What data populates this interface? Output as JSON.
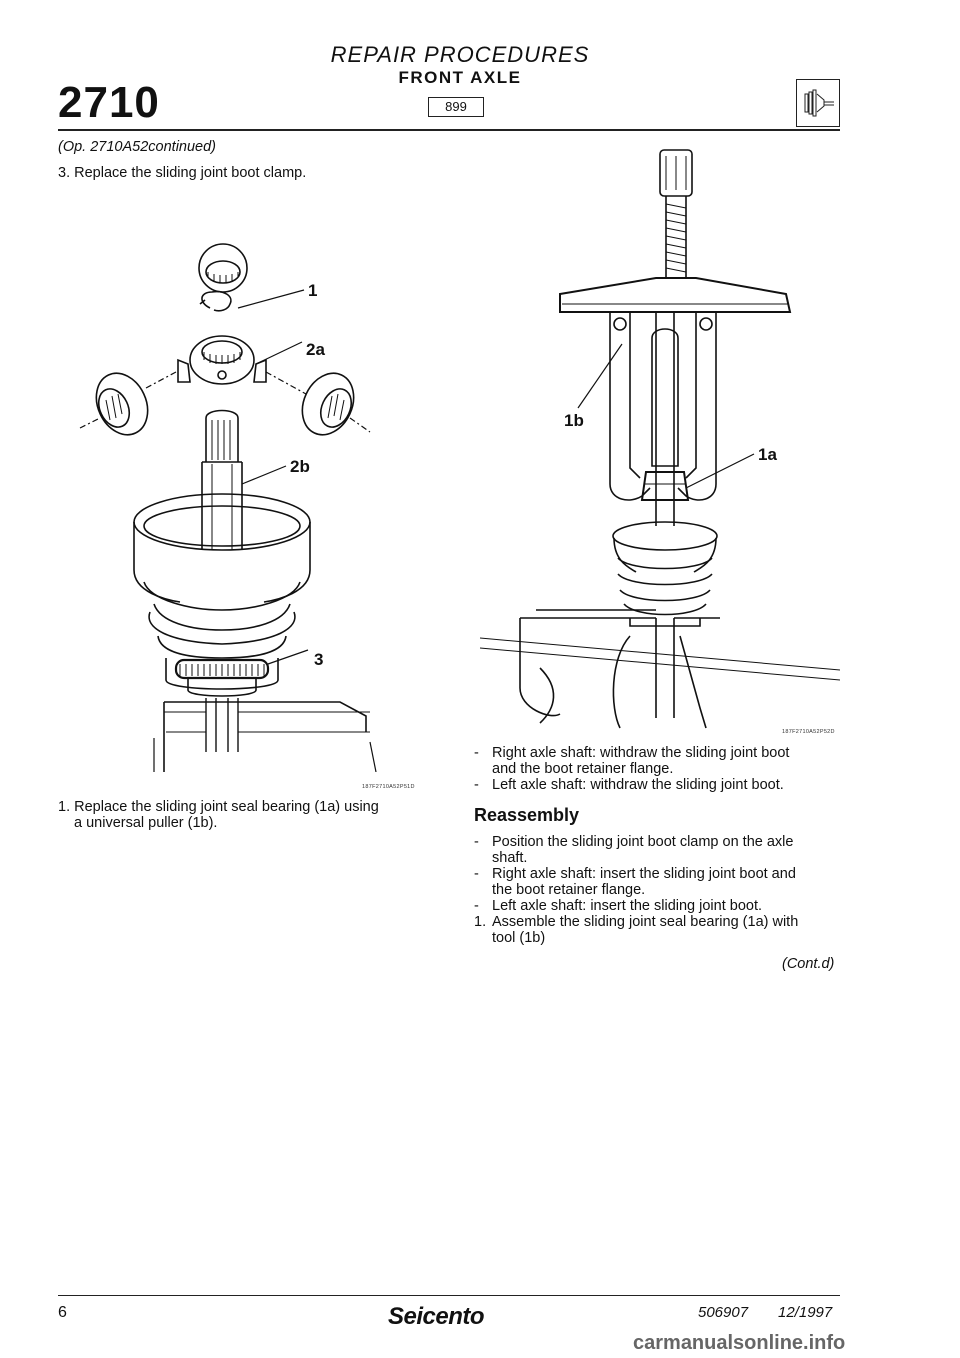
{
  "header": {
    "code": "2710",
    "section": "REPAIR PROCEDURES",
    "subsection": "FRONT AXLE",
    "badge": "899",
    "icon": "axle-shaft-icon"
  },
  "left": {
    "continued": "(Op. 2710A52continued)",
    "step3": "3. Replace the sliding joint boot clamp.",
    "figure": {
      "icon": "joint-exploded-view-diagram",
      "labels": {
        "l1": "1",
        "l2a": "2a",
        "l2b": "2b",
        "l3": "3"
      },
      "code": "187F2710A52P51D"
    },
    "step1_line1": "1. Replace the sliding joint seal bearing (1a) using",
    "step1_line2": "a universal puller (1b)."
  },
  "right": {
    "figure": {
      "icon": "universal-puller-diagram",
      "labels": {
        "l1b": "1b",
        "l1a": "1a"
      },
      "code": "187F2710A52P52D"
    },
    "bullets_a": [
      {
        "marker": "-",
        "line1": "Right axle shaft: withdraw the sliding joint boot",
        "line2": "and the boot retainer flange."
      },
      {
        "marker": "-",
        "line1": "Left axle shaft: withdraw the sliding joint boot.",
        "line2": ""
      }
    ],
    "heading": "Reassembly",
    "bullets_b": [
      {
        "marker": "-",
        "line1": "Position the sliding joint boot clamp on the axle",
        "line2": "shaft."
      },
      {
        "marker": "-",
        "line1": "Right axle shaft: insert the sliding joint boot  and",
        "line2": "the boot retainer flange."
      },
      {
        "marker": "-",
        "line1": "Left axle shaft: insert the sliding joint boot.",
        "line2": ""
      },
      {
        "marker": "1.",
        "line1": "Assemble the sliding joint seal bearing (1a) with",
        "line2": "tool (1b)"
      }
    ],
    "cont": "(Cont.d)"
  },
  "footer": {
    "page": "6",
    "brand": "Seicento",
    "doc_no": "506907",
    "date": "12/1997",
    "watermark": "carmanualsonline.info"
  }
}
